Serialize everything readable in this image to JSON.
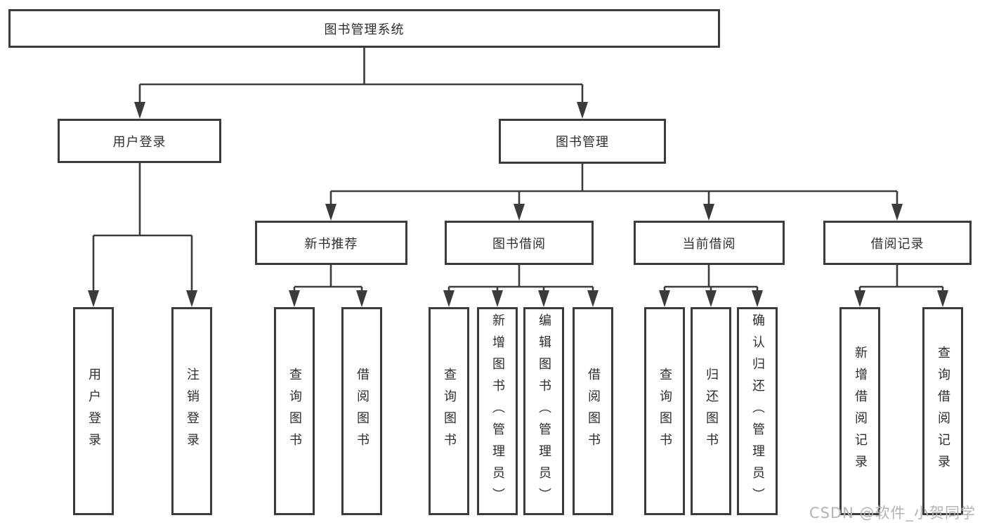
{
  "diagram": {
    "title": "图书管理系统",
    "type": "hierarchy-flowchart",
    "colors": {
      "line": "#3b3b3b",
      "box_border": "#3b3b3b",
      "text": "#2e2e2e",
      "background": "#ffffff",
      "watermark": "#b3b3b3"
    },
    "tree": {
      "label": "图书管理系统",
      "children": [
        {
          "label": "用户登录",
          "children": [
            {
              "label": "用户登录"
            },
            {
              "label": "注销登录"
            }
          ]
        },
        {
          "label": "图书管理",
          "children": [
            {
              "label": "新书推荐",
              "children": [
                {
                  "label": "查询图书"
                },
                {
                  "label": "借阅图书"
                }
              ]
            },
            {
              "label": "图书借阅",
              "children": [
                {
                  "label": "查询图书"
                },
                {
                  "label": "新增图书（管理员）"
                },
                {
                  "label": "编辑图书（管理员）"
                },
                {
                  "label": "借阅图书"
                }
              ]
            },
            {
              "label": "当前借阅",
              "children": [
                {
                  "label": "查询图书"
                },
                {
                  "label": "归还图书"
                },
                {
                  "label": "确认归还（管理员）"
                }
              ]
            },
            {
              "label": "借阅记录",
              "children": [
                {
                  "label": "新增借阅记录"
                },
                {
                  "label": "查询借阅记录"
                }
              ]
            }
          ]
        }
      ]
    }
  },
  "watermark": {
    "text": "CSDN @软件_小贺同学"
  }
}
